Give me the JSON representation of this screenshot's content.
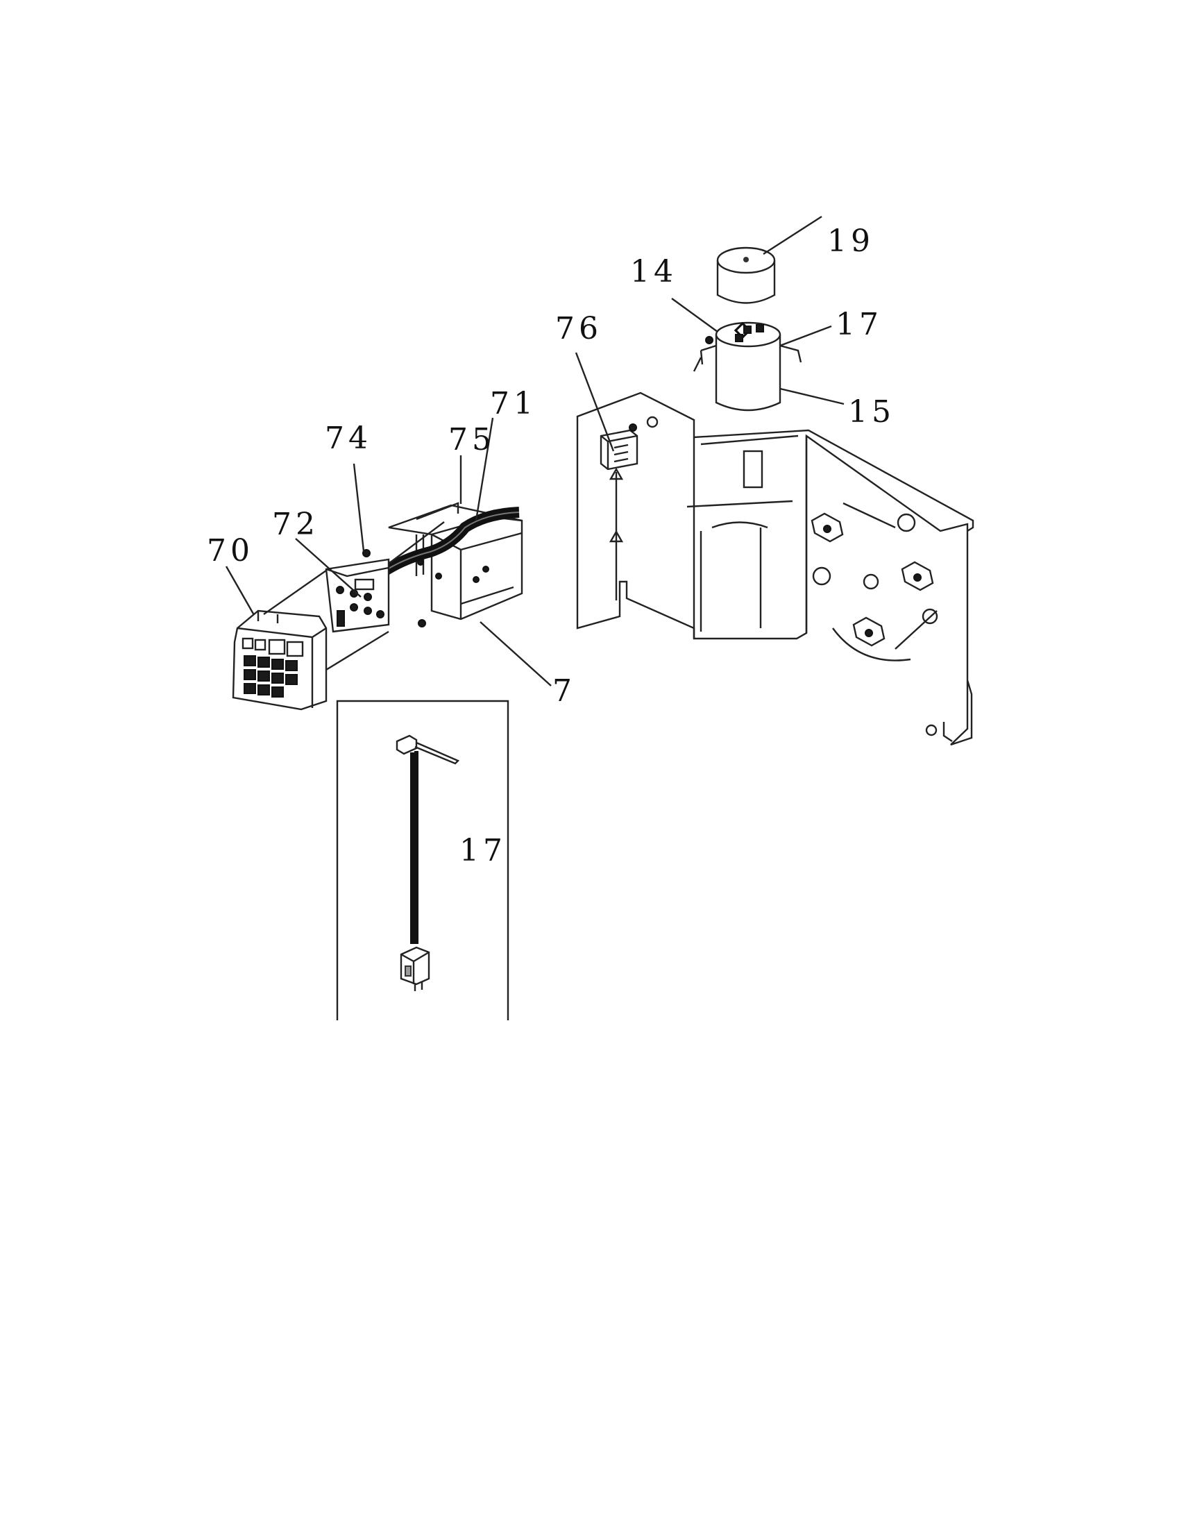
{
  "labels": {
    "c19": "19",
    "c14": "14",
    "c17a": "17",
    "c76": "76",
    "c15": "15",
    "c71": "71",
    "c75": "75",
    "c74": "74",
    "c72": "72",
    "c70": "70",
    "c7": "7",
    "c17b": "17"
  }
}
